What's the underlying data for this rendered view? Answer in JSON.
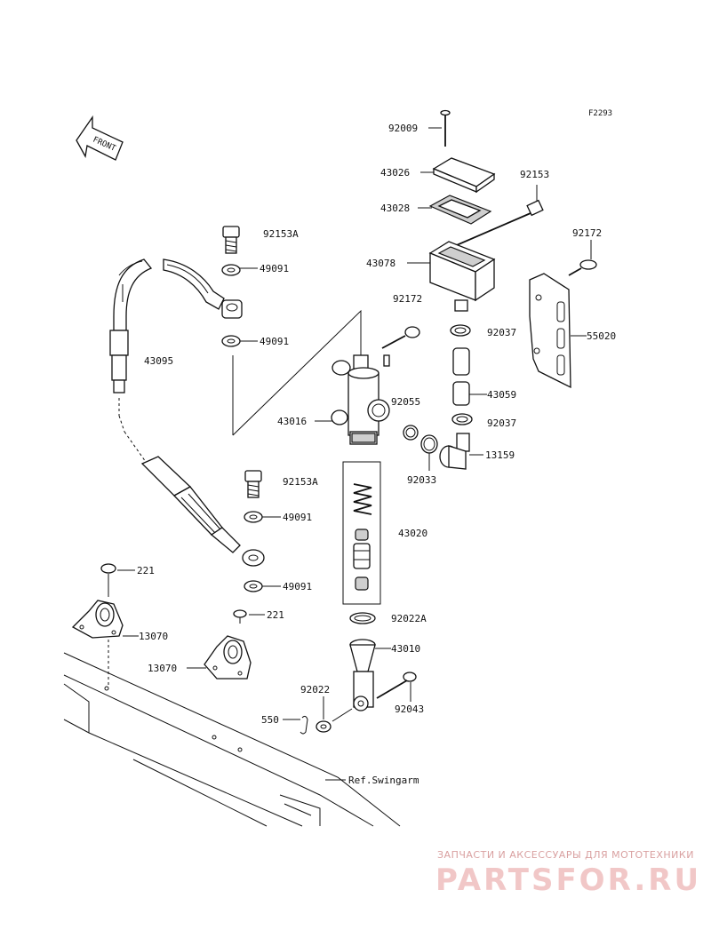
{
  "diagram": {
    "figure_code": "F2293",
    "front_arrow_label": "FRONT",
    "reference_label": "Ref.Swingarm",
    "part_labels": {
      "p92009": "92009",
      "p43026": "43026",
      "p43028": "43028",
      "p92153": "92153",
      "p92172_top": "92172",
      "p43078": "43078",
      "p92172_mid": "92172",
      "p55020": "55020",
      "p92037_top": "92037",
      "p43059": "43059",
      "p92037_bot": "92037",
      "p13159": "13159",
      "p92055": "92055",
      "p43016": "43016",
      "p92033": "92033",
      "p43020": "43020",
      "p92022A": "92022A",
      "p43010": "43010",
      "p92022": "92022",
      "p92043": "92043",
      "p550": "550",
      "p92153A_top": "92153A",
      "p49091_1": "49091",
      "p49091_2": "49091",
      "p43095": "43095",
      "p92153A_bot": "92153A",
      "p49091_3": "49091",
      "p49091_4": "49091",
      "p221_top": "221",
      "p221_bot": "221",
      "p13070_top": "13070",
      "p13070_bot": "13070"
    }
  },
  "watermark": {
    "tagline": "ЗАПЧАСТИ И АКСЕССУАРЫ ДЛЯ МОТОТЕХНИКИ",
    "brand": "PARTSFOR.RU",
    "color": "#f1c7c7"
  }
}
